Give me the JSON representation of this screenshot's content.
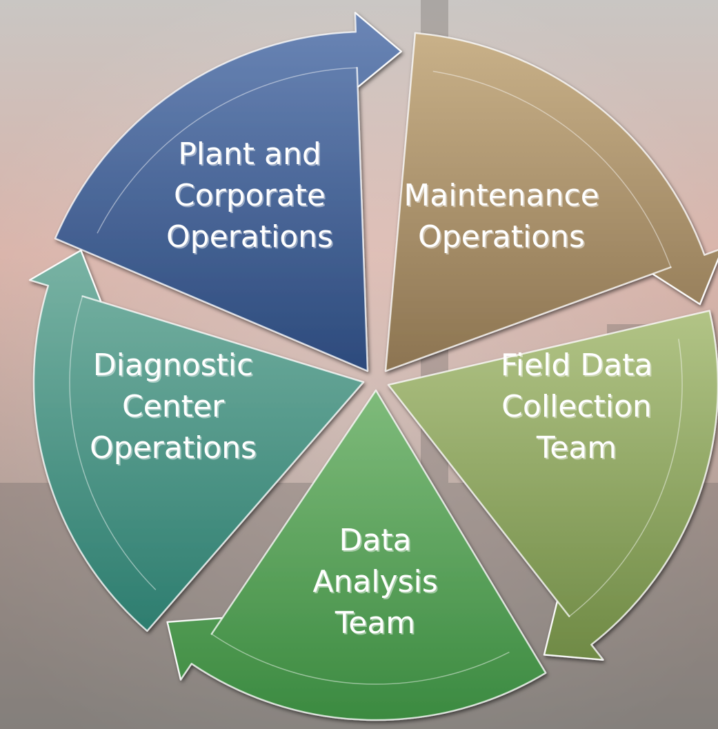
{
  "diagram": {
    "type": "cycle",
    "segments": [
      {
        "id": "plant-corporate",
        "lines": [
          "Plant and",
          "Corporate",
          "Operations"
        ],
        "color_top": "#6b86b6",
        "color_bottom": "#2c4a7c"
      },
      {
        "id": "maintenance",
        "lines": [
          "Maintenance",
          "Operations"
        ],
        "color_top": "#c9b189",
        "color_bottom": "#8c7451"
      },
      {
        "id": "field-data",
        "lines": [
          "Field Data",
          "Collection",
          "Team"
        ],
        "color_top": "#b2c486",
        "color_bottom": "#6f8a45"
      },
      {
        "id": "data-analysis",
        "lines": [
          "Data",
          "Analysis",
          "Team"
        ],
        "color_top": "#7fbb7b",
        "color_bottom": "#3b8a40"
      },
      {
        "id": "diagnostic",
        "lines": [
          "Diagnostic",
          "Center",
          "Operations"
        ],
        "color_top": "#79b3a4",
        "color_bottom": "#2d7d6f"
      }
    ],
    "background": {
      "sky_top": "#c9c6c3",
      "sky_mid": "#d9b3a9",
      "ground": "#8f8b86"
    }
  }
}
